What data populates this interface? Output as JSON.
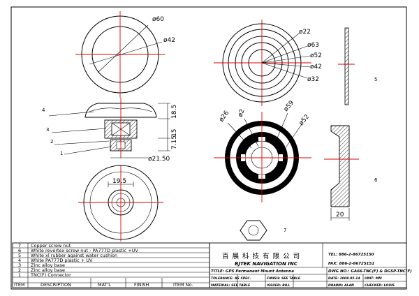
{
  "dims": {
    "d60": "ø60",
    "d42a": "ø42",
    "h185": "18.5",
    "h715": "7.15",
    "d2150": "ø21.50",
    "d195": "19.5",
    "d22": "ø22",
    "d63": "ø63",
    "d52a": "ø52",
    "d42b": "ø42",
    "d32": "ø32",
    "d26": "ø26",
    "d2": "ø2",
    "d59": "ø59",
    "d52b": "ø52",
    "w20": "20"
  },
  "callouts": [
    "4",
    "3",
    "2",
    "1",
    "5",
    "6",
    "7"
  ],
  "bom": {
    "rows": [
      {
        "item": "7",
        "desc": "Copper screw nut"
      },
      {
        "item": "6",
        "desc": "White revertex screw nut - PA777D plastic +UV"
      },
      {
        "item": "5",
        "desc": "White xl rubber against water cushion"
      },
      {
        "item": "4",
        "desc": "White PA777D plastic + UV"
      },
      {
        "item": "3",
        "desc": "Zinc alloy base"
      },
      {
        "item": "2",
        "desc": "Zinc alloy base"
      },
      {
        "item": "1",
        "desc": "TNC(F) Connector"
      }
    ],
    "headers": {
      "item": "ITEM",
      "desc": "DESCRIPTION",
      "mat": "MAT'L",
      "finish": "FINISH",
      "itemno": "ITEM No."
    }
  },
  "title_block": {
    "company_cn": "百 展 科 技 有 限 公 司",
    "company_en": "BJTEK NAVIGATION INC",
    "tel": "TEL: 886-2-86725150",
    "fax": "FAX: 886-2-86725151",
    "title": "TITLE: GPS Permanent Mount Antenna",
    "dwg": "DWG NO.: GA66-TNC(F) & DGSP-TNC(F)",
    "tolerance": "TOLERANCE: AS SPEC.",
    "finish": "FINISH: SEE TABLE",
    "date": "DATE: 2008.05.14",
    "unit": "UNIT: MM",
    "material": "MATERIAL: SEE TABLE",
    "issued": "ISSUED: BILL",
    "drawn": "DRAWN: ALAN",
    "checked": "CHECKED: LOUIS"
  }
}
